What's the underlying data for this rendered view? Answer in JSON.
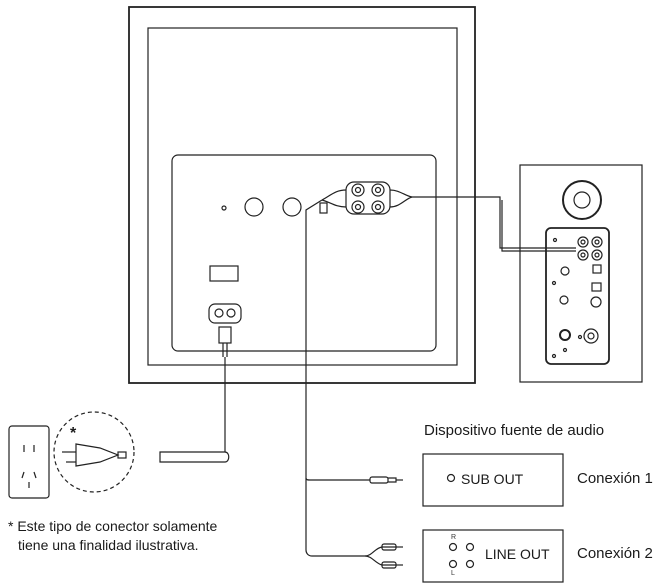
{
  "source_device": {
    "title": "Dispositivo fuente de audio",
    "connection_1": {
      "port_label": "SUB OUT",
      "name": "Conexión 1"
    },
    "connection_2": {
      "port_label": "LINE OUT",
      "name": "Conexión 2",
      "channel_r": "R",
      "channel_l": "L"
    }
  },
  "footnote": {
    "marker": "*",
    "line1": "* Este tipo de conector solamente",
    "line2": "tiene una finalidad ilustrativa."
  },
  "colors": {
    "stroke": "#222222",
    "fill": "#ffffff"
  }
}
